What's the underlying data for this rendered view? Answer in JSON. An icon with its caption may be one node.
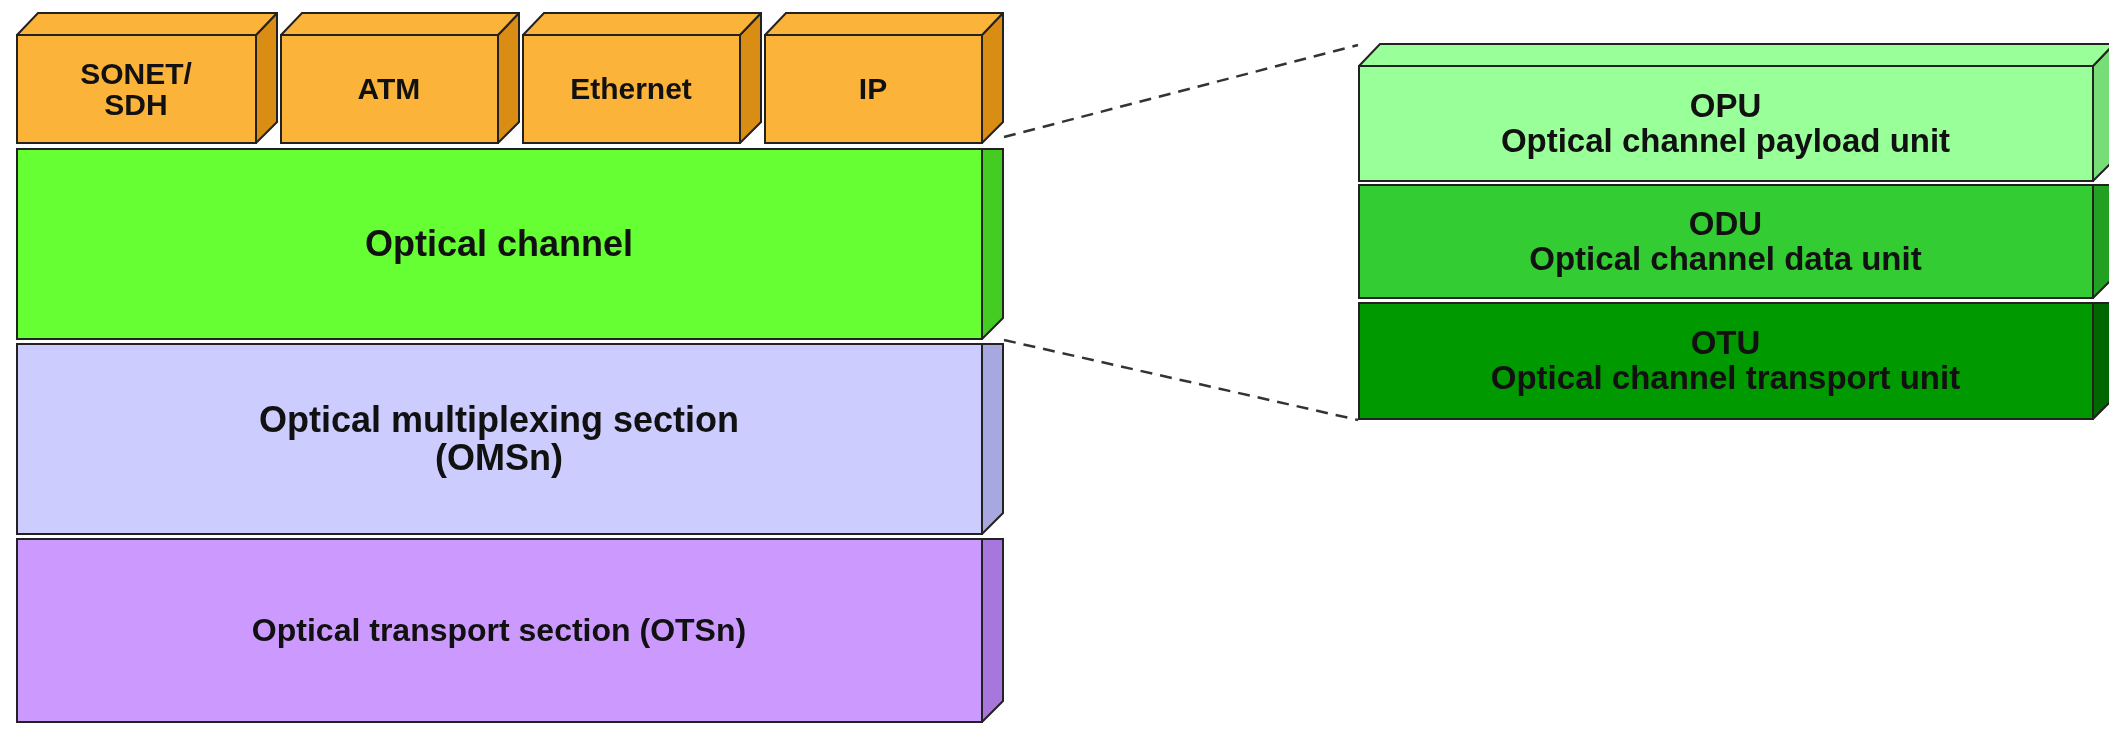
{
  "diagram": {
    "nodes": [
      {
        "text": [
          "SONET/ SDH"
        ]
      },
      {
        "text": [
          "ATM"
        ]
      },
      {
        "text": [
          "Ethernet"
        ]
      },
      {
        "text": [
          "IP"
        ]
      },
      {
        "text": [
          "Optical channel"
        ]
      },
      {
        "text": [
          "Optical multiplexing section (OMSn)"
        ]
      },
      {
        "text": [
          "Optical transport section (OTSn)"
        ]
      },
      {
        "text": [
          "OPU",
          "Optical channel payload unit"
        ]
      },
      {
        "text": [
          "ODU",
          "Optical channel data unit"
        ]
      },
      {
        "text": [
          "OTU",
          "Optical channel transport unit"
        ]
      }
    ],
    "edges": [
      {
        "from": 4,
        "to": 7,
        "arrow": "none",
        "style": "dashed"
      },
      {
        "from": 4,
        "to": 9,
        "arrow": "none",
        "style": "dashed"
      }
    ]
  }
}
